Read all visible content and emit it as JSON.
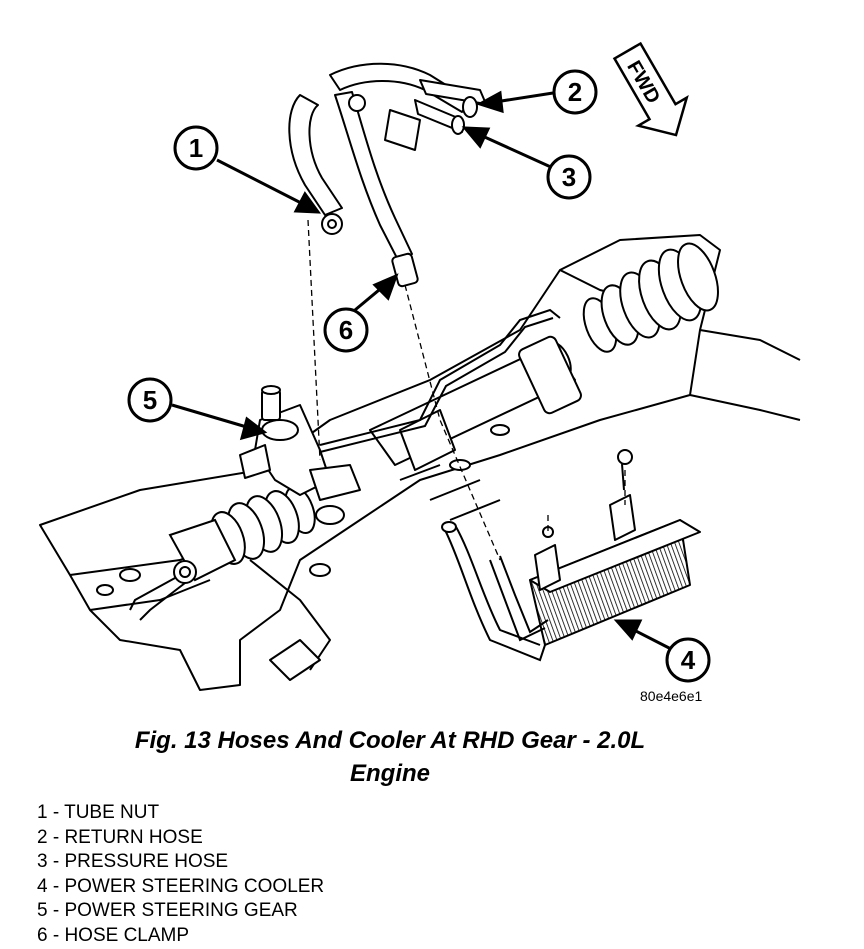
{
  "figure": {
    "callouts": [
      {
        "id": 1,
        "label": "1"
      },
      {
        "id": 2,
        "label": "2"
      },
      {
        "id": 3,
        "label": "3"
      },
      {
        "id": 4,
        "label": "4"
      },
      {
        "id": 5,
        "label": "5"
      },
      {
        "id": 6,
        "label": "6"
      }
    ],
    "direction_label": "FWD",
    "image_code": "80e4e6e1"
  },
  "caption": {
    "line1": "Fig. 13 Hoses And Cooler At RHD Gear - 2.0L",
    "line2": "Engine"
  },
  "legend": [
    {
      "text": "1 - TUBE NUT"
    },
    {
      "text": "2 - RETURN HOSE"
    },
    {
      "text": "3 - PRESSURE HOSE"
    },
    {
      "text": "4 - POWER STEERING COOLER"
    },
    {
      "text": "5 - POWER STEERING GEAR"
    },
    {
      "text": "6 - HOSE CLAMP"
    }
  ]
}
